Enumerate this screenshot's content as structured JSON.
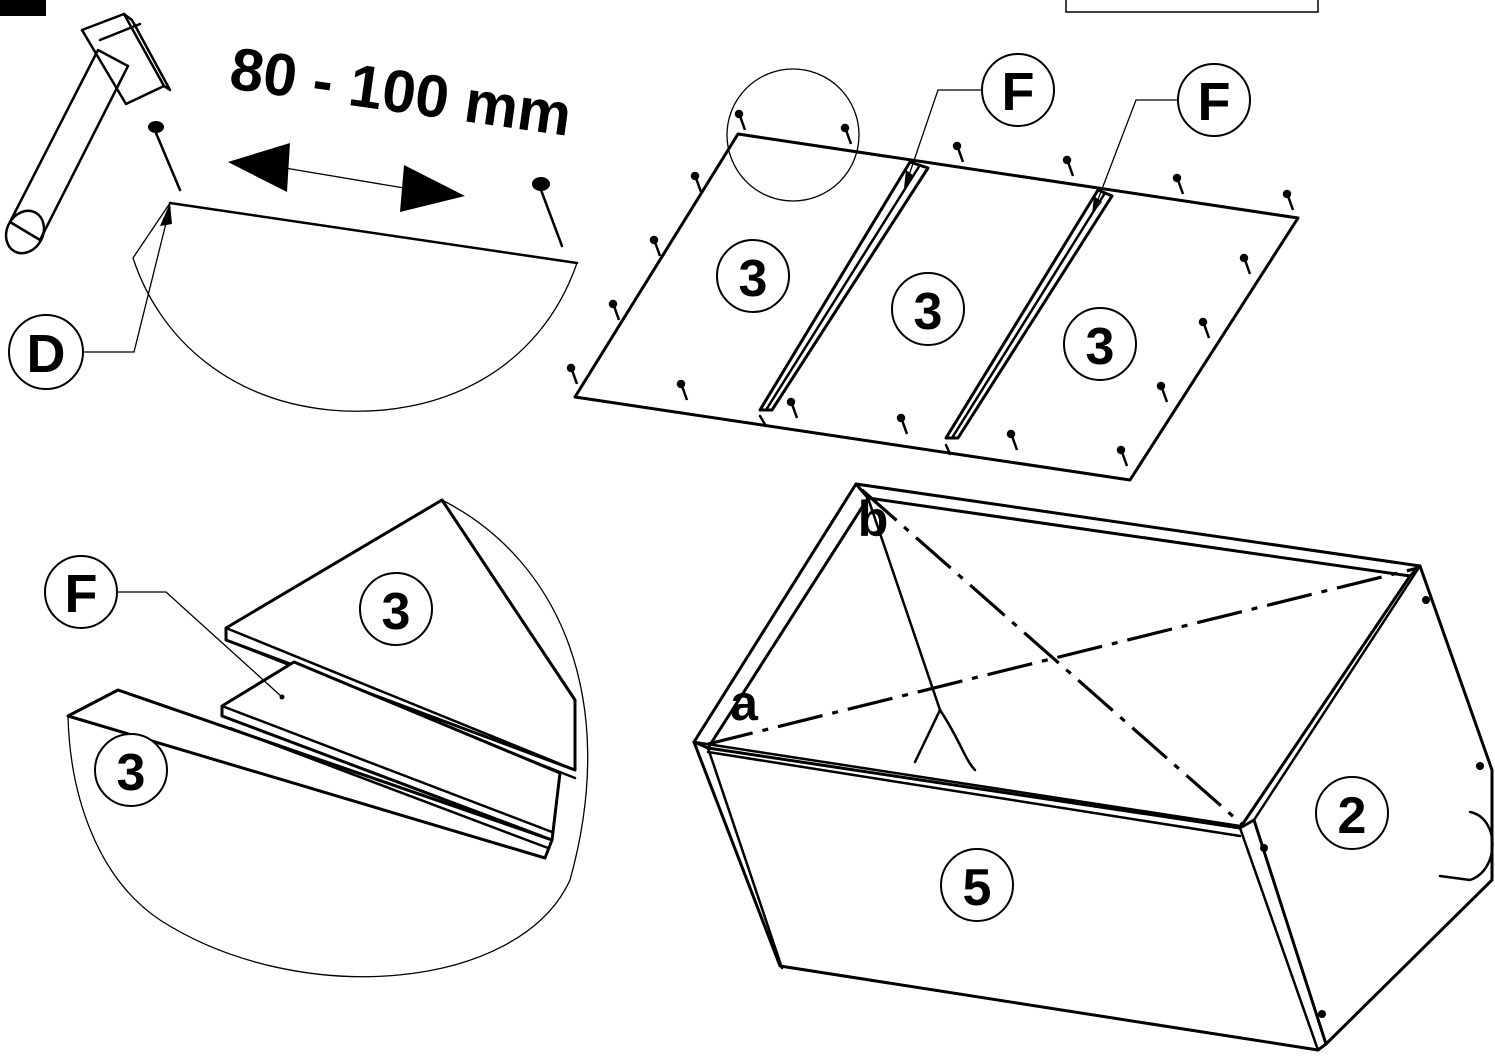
{
  "step": {
    "measurement": "80 - 100 mm"
  },
  "labels": {
    "nail_detail": "D",
    "strip": "F",
    "panel_part": "3",
    "box_front": "5",
    "box_side": "2",
    "corner_a": "a",
    "corner_b": "b"
  },
  "colors": {
    "ink": "#000000",
    "paper": "#ffffff"
  },
  "icons": [
    "hammer-icon",
    "nail-icon",
    "double-arrow-icon"
  ]
}
